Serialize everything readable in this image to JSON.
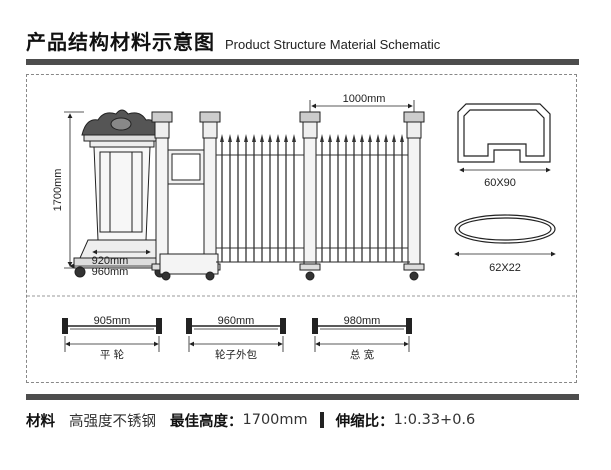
{
  "header": {
    "title_cn": "产品结构材料示意图",
    "title_en": "Product Structure Material Schematic"
  },
  "diagram": {
    "height_label": "1700mm",
    "base_width_inner": "920mm",
    "base_width_outer": "960mm",
    "spacing_label": "1000mm",
    "profile_rect_label": "60X90",
    "profile_oval_label": "62X22",
    "wheel_dims": [
      {
        "value": "905mm",
        "caption": "平  轮"
      },
      {
        "value": "960mm",
        "caption": "轮子外包"
      },
      {
        "value": "980mm",
        "caption": "总  宽"
      }
    ]
  },
  "footer": {
    "material_label": "材料",
    "material_value": "高强度不锈钢",
    "height_label": "最佳高度：",
    "height_value": "1700mm",
    "ratio_label": "伸缩比：",
    "ratio_value": "1:0.33+0.6"
  },
  "colors": {
    "rule": "#4d4d4d",
    "line": "#222222",
    "panel_border": "#888888",
    "fill_light": "#f2f2f2"
  }
}
